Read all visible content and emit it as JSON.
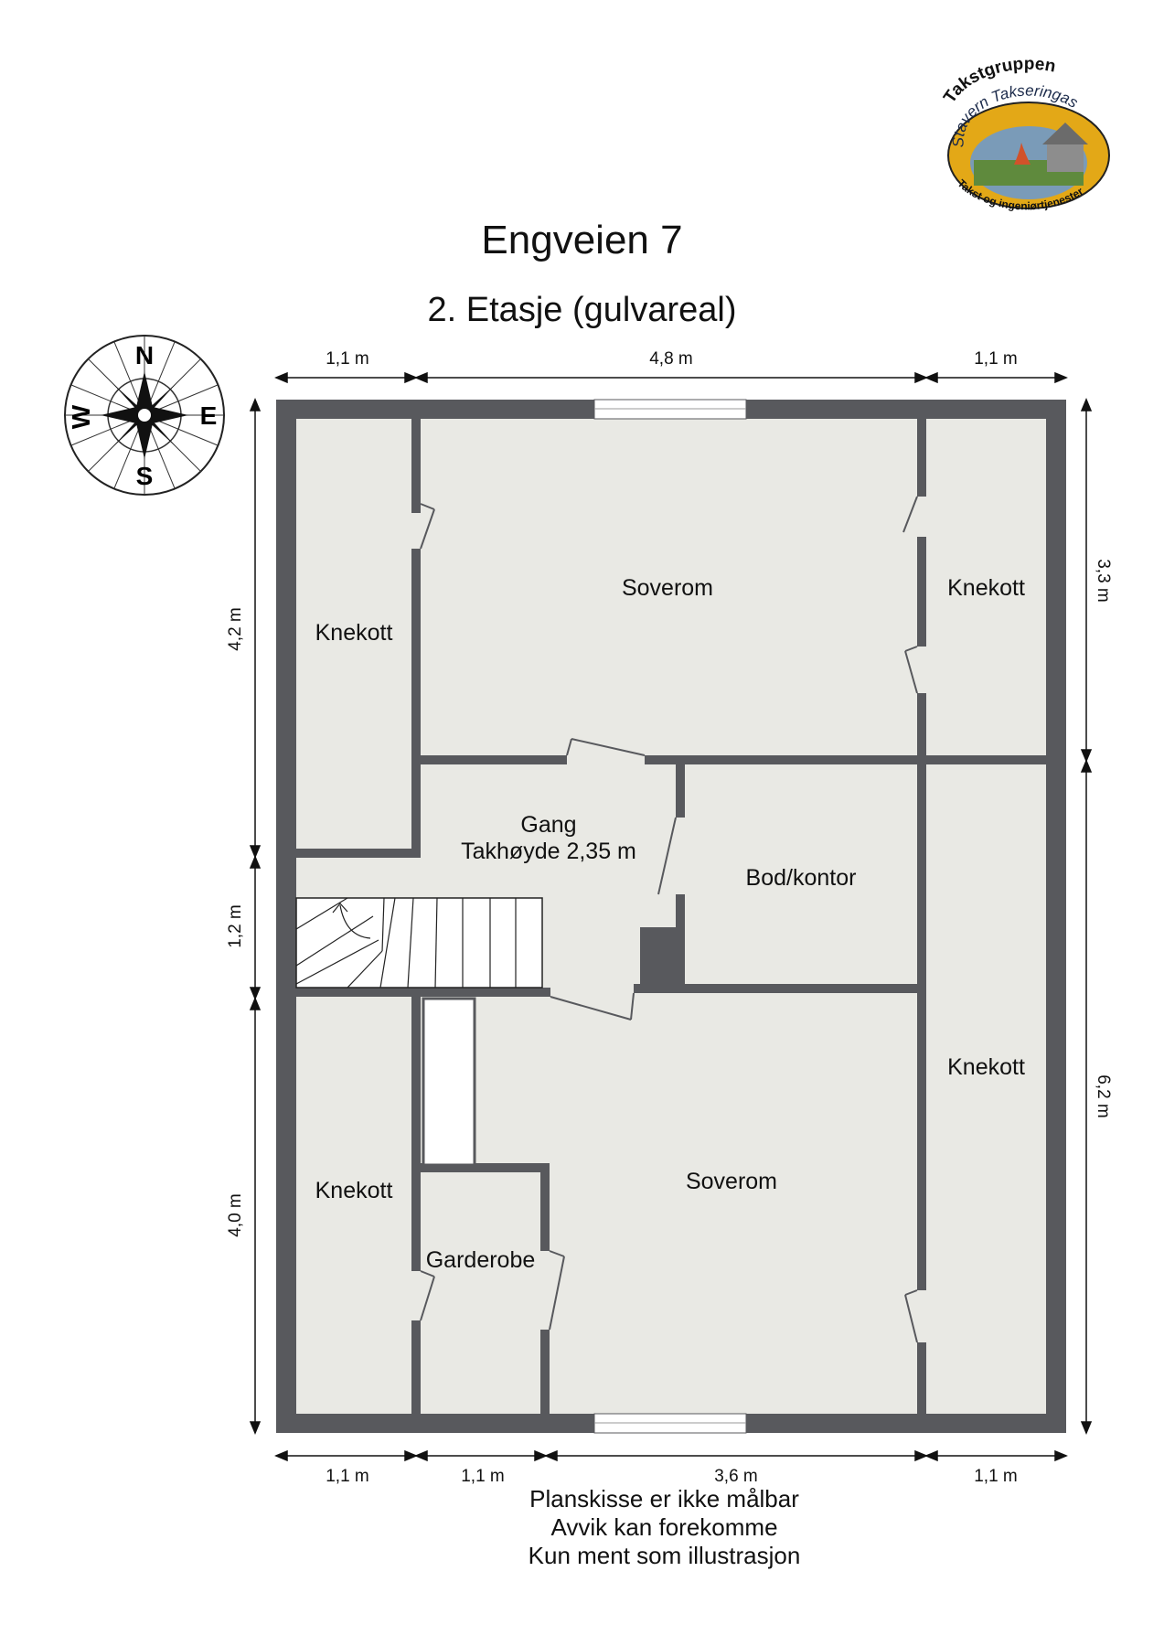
{
  "logo": {
    "line1": "Takstgruppen",
    "line2": "Stavern Takseringas",
    "line3": "Takst og ingeniørtjenester"
  },
  "title": "Engveien 7",
  "subtitle": "2. Etasje (gulvareal)",
  "compass": {
    "n": "N",
    "e": "E",
    "s": "S",
    "w": "W"
  },
  "dimensions": {
    "top": [
      "1,1 m",
      "4,8 m",
      "1,1 m"
    ],
    "bottom": [
      "1,1 m",
      "1,1 m",
      "3,6 m",
      "1,1 m"
    ],
    "left": [
      "4,2 m",
      "1,2 m",
      "4,0 m"
    ],
    "right": [
      "3,3 m",
      "6,2 m"
    ]
  },
  "rooms": {
    "knekott_top_left": "Knekott",
    "soverom_top": "Soverom",
    "knekott_top_right": "Knekott",
    "gang": "Gang",
    "gang_height": "Takhøyde 2,35 m",
    "bod": "Bod/kontor",
    "knekott_right": "Knekott",
    "knekott_bottom_left": "Knekott",
    "garderobe": "Garderobe",
    "soverom_bottom": "Soverom"
  },
  "notes": {
    "line1": "Planskisse er ikke målbar",
    "line2": "Avvik kan forekomme",
    "line3": "Kun ment som illustrasjon"
  },
  "colors": {
    "wall": "#58595d",
    "floor": "#e9e9e4",
    "logo_ring": "#e3a817"
  }
}
